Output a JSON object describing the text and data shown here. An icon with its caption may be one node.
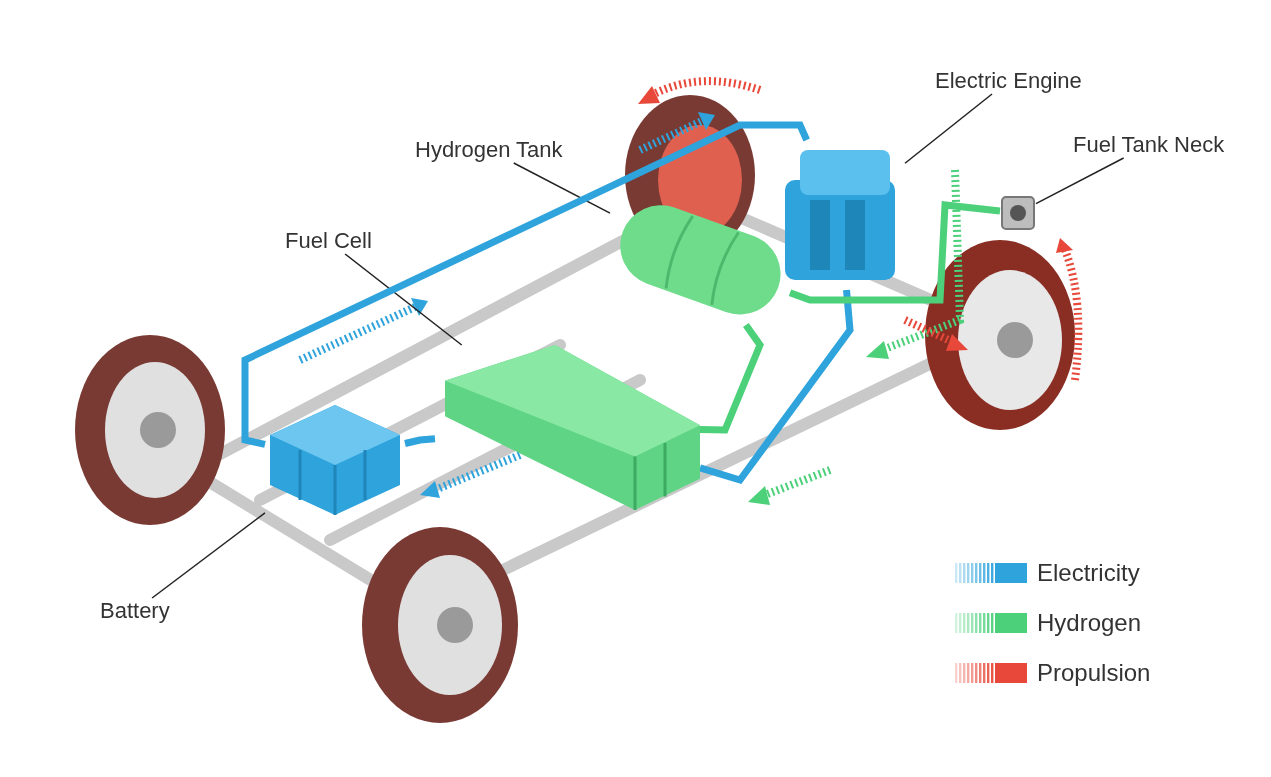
{
  "diagram": {
    "nodes": [
      {
        "text": [
          "Electric Engine"
        ]
      },
      {
        "text": [
          "Fuel Tank Neck"
        ]
      },
      {
        "text": [
          "Hydrogen Tank"
        ]
      },
      {
        "text": [
          "Fuel Cell"
        ]
      },
      {
        "text": [
          "Battery"
        ]
      },
      {
        "text": [],
        "shape": "picture"
      },
      {
        "text": [],
        "shape": "picture"
      },
      {
        "text": [],
        "shape": "picture"
      },
      {
        "text": [],
        "shape": "picture"
      },
      {
        "text": [],
        "shape": "picture"
      }
    ],
    "edges": [
      {
        "from": 0,
        "to": 5,
        "arrow": "none"
      },
      {
        "from": 1,
        "to": 6,
        "arrow": "none"
      },
      {
        "from": 2,
        "to": 7,
        "arrow": "none"
      },
      {
        "from": 3,
        "to": 8,
        "arrow": "none"
      },
      {
        "from": 4,
        "to": 9,
        "arrow": "none"
      },
      {
        "from": 8,
        "to": 5,
        "arrow": "none",
        "style": "thick",
        "color": "#2ea3dc"
      },
      {
        "from": 8,
        "to": 9,
        "arrow": "none",
        "style": "thick",
        "color": "#2ea3dc"
      },
      {
        "from": 9,
        "to": 5,
        "arrow": "none",
        "style": "thick",
        "color": "#2ea3dc"
      },
      {
        "from": 6,
        "to": 7,
        "arrow": "none",
        "style": "thick",
        "color": "#4cd07a"
      },
      {
        "from": 7,
        "to": 8,
        "arrow": "none",
        "style": "thick",
        "color": "#4cd07a"
      }
    ],
    "legend": [
      {
        "text": "Electricity",
        "color": "#2ea3dc"
      },
      {
        "text": "Hydrogen",
        "color": "#4cd07a"
      },
      {
        "text": "Propulsion",
        "color": "#e8483a"
      }
    ]
  }
}
